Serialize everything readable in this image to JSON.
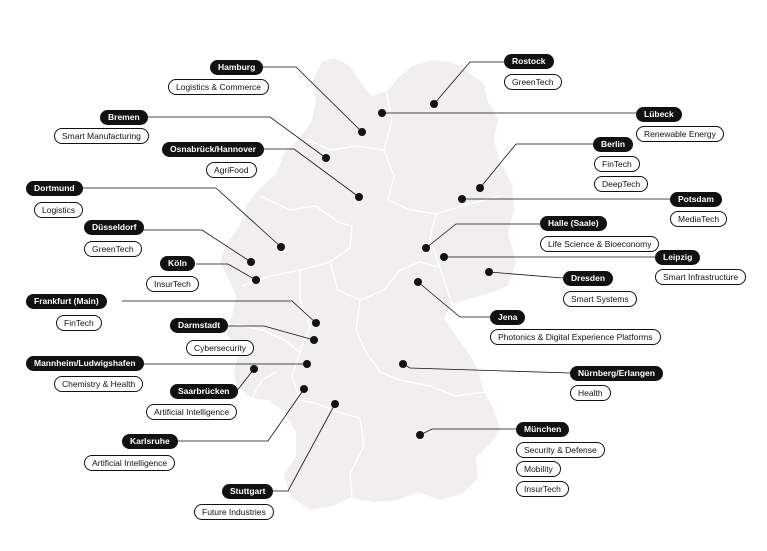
{
  "map": {
    "colors": {
      "land": "#f0eeee",
      "borders": "#ffffff",
      "ink": "#111111",
      "tag_bg": "#ffffff"
    },
    "locations": [
      {
        "id": "hamburg",
        "city": "Hamburg",
        "sectors": [
          "Logistics & Commerce"
        ]
      },
      {
        "id": "bremen",
        "city": "Bremen",
        "sectors": [
          "Smart Manufacturing"
        ]
      },
      {
        "id": "osnabrueck",
        "city": "Osnabrück/Hannover",
        "sectors": [
          "AgriFood"
        ]
      },
      {
        "id": "dortmund",
        "city": "Dortmund",
        "sectors": [
          "Logistics"
        ]
      },
      {
        "id": "duesseldorf",
        "city": "Düsseldorf",
        "sectors": [
          "GreenTech"
        ]
      },
      {
        "id": "koeln",
        "city": "Köln",
        "sectors": [
          "InsurTech"
        ]
      },
      {
        "id": "frankfurt",
        "city": "Frankfurt (Main)",
        "sectors": [
          "FinTech"
        ]
      },
      {
        "id": "darmstadt",
        "city": "Darmstadt",
        "sectors": [
          "Cybersecurity"
        ]
      },
      {
        "id": "mannheim",
        "city": "Mannheim/Ludwigshafen",
        "sectors": [
          "Chemistry & Health"
        ]
      },
      {
        "id": "saarbruecken",
        "city": "Saarbrücken",
        "sectors": [
          "Artificial Intelligence"
        ]
      },
      {
        "id": "karlsruhe",
        "city": "Karlsruhe",
        "sectors": [
          "Artificial Intelligence"
        ]
      },
      {
        "id": "stuttgart",
        "city": "Stuttgart",
        "sectors": [
          "Future Industries"
        ]
      },
      {
        "id": "rostock",
        "city": "Rostock",
        "sectors": [
          "GreenTech"
        ]
      },
      {
        "id": "luebeck",
        "city": "Lübeck",
        "sectors": [
          "Renewable Energy"
        ]
      },
      {
        "id": "berlin",
        "city": "Berlin",
        "sectors": [
          "FinTech",
          "DeepTech"
        ]
      },
      {
        "id": "potsdam",
        "city": "Potsdam",
        "sectors": [
          "MediaTech"
        ]
      },
      {
        "id": "halle",
        "city": "Halle (Saale)",
        "sectors": [
          "Life Science & Bioeconomy"
        ]
      },
      {
        "id": "leipzig",
        "city": "Leipzig",
        "sectors": [
          "Smart Infrastructure"
        ]
      },
      {
        "id": "dresden",
        "city": "Dresden",
        "sectors": [
          "Smart Systems"
        ]
      },
      {
        "id": "jena",
        "city": "Jena",
        "sectors": [
          "Photonics & Digital Experience Platforms"
        ]
      },
      {
        "id": "nuernberg",
        "city": "Nürnberg/Erlangen",
        "sectors": [
          "Health"
        ]
      },
      {
        "id": "muenchen",
        "city": "München",
        "sectors": [
          "Security & Defense",
          "Mobility",
          "InsurTech"
        ]
      }
    ]
  }
}
